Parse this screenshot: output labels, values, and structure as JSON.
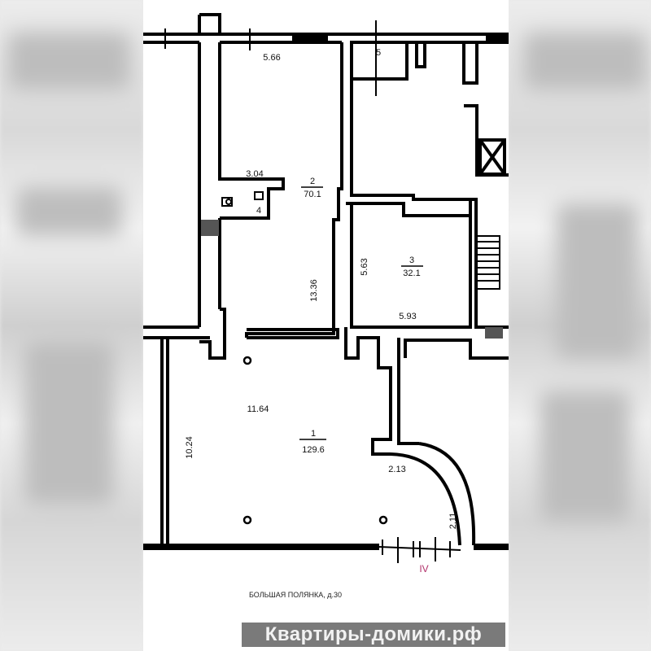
{
  "plan": {
    "rooms": [
      {
        "number": "1",
        "area": "129.6"
      },
      {
        "number": "2",
        "area": "70.1"
      },
      {
        "number": "3",
        "area": "32.1"
      },
      {
        "number": "4"
      },
      {
        "number": "5"
      }
    ],
    "dimensions": {
      "room2_top": "5.66",
      "room4_width": "3.04",
      "room2_length": "13.36",
      "room3_height": "5.63",
      "room3_width": "5.93",
      "room1_width": "11.64",
      "room1_height": "10.24",
      "corridor_width": "2.13",
      "entrance_width": "2.11"
    },
    "entrance_label": "IV",
    "entrance_label_color": "#b0306a",
    "street_address": "БОЛЬШАЯ ПОЛЯНКА, д.30"
  },
  "watermark": "Квартиры-домики.рф"
}
